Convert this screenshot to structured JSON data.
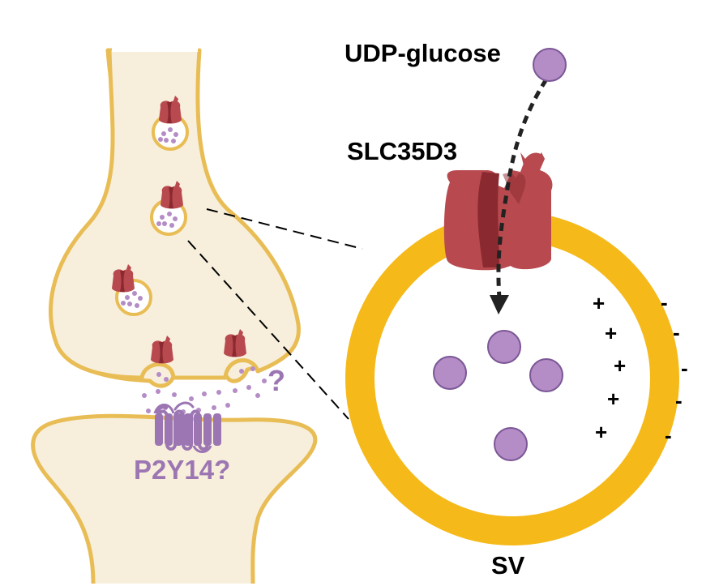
{
  "labels": {
    "udp_glucose": "UDP-glucose",
    "slc35d3": "SLC35D3",
    "sv": "SV",
    "p2y14": "P2Y14?",
    "question": "?"
  },
  "charges": {
    "plus": [
      "+",
      "+",
      "+",
      "+",
      "+"
    ],
    "minus": [
      "-",
      "-",
      "-",
      "-",
      "-"
    ]
  },
  "colors": {
    "membrane": "#f5b91a",
    "cytoplasm": "#f7efdc",
    "neuron_outline": "#e9bd55",
    "transporter_light": "#b84a4f",
    "transporter_dark": "#8a2a30",
    "glucose": "#b48cc6",
    "glucose_outline": "#7b5796",
    "receptor": "#9c76b3",
    "label_purple": "#9c76b3"
  },
  "icons": {
    "transporter": "slc35d3-transporter-icon",
    "molecule": "udp-glucose-molecule-icon",
    "receptor": "p2y14-receptor-icon",
    "vesicle": "synaptic-vesicle-icon"
  }
}
